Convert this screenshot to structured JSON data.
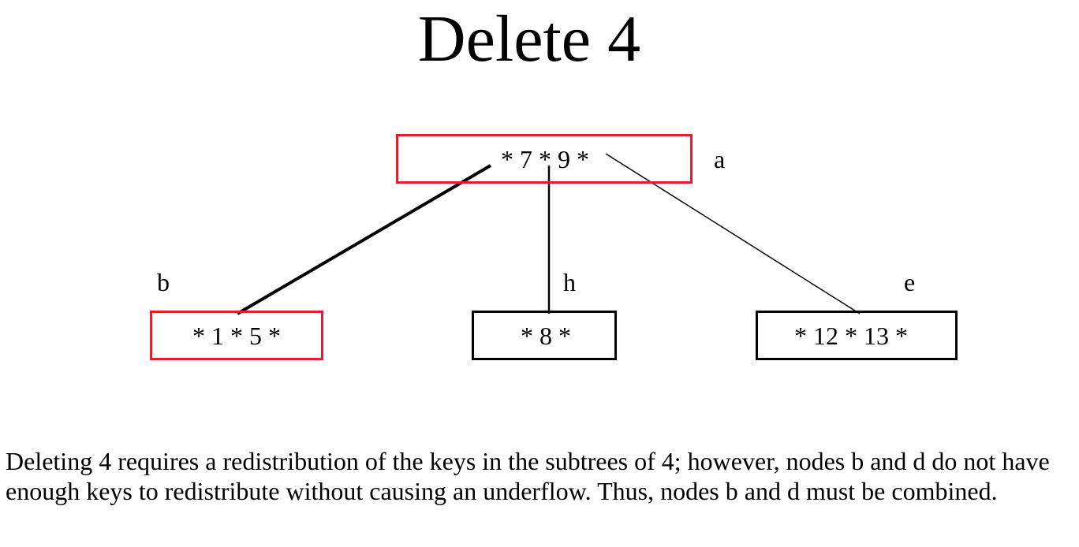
{
  "title": "Delete 4",
  "highlight_color": "#e0202e",
  "nodes": {
    "a": {
      "label": "a",
      "keys": "* 7 * 9 *",
      "highlighted": true
    },
    "b": {
      "label": "b",
      "keys": "* 1 * 5 *",
      "highlighted": true
    },
    "h": {
      "label": "h",
      "keys": "* 8 *",
      "highlighted": false
    },
    "e": {
      "label": "e",
      "keys": "* 12 * 13 *",
      "highlighted": false
    }
  },
  "description": "Deleting 4 requires a redistribution of the keys in the subtrees of 4; however, nodes b and d do not have enough keys to redistribute without causing an underflow.  Thus, nodes b and d must be combined."
}
